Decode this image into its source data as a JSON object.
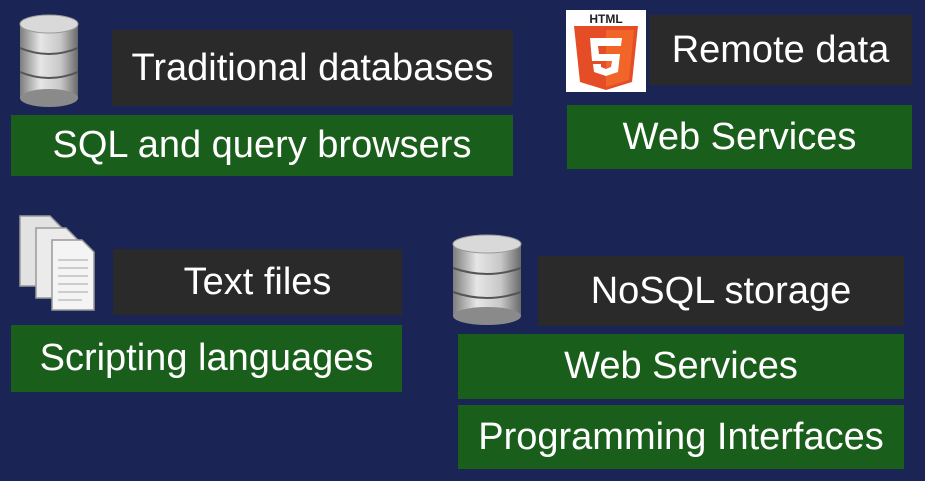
{
  "top_left": {
    "heading": "Traditional databases",
    "subheading": "SQL and query browsers",
    "icon": "database-icon"
  },
  "top_right": {
    "heading": "Remote data",
    "subheading": "Web Services",
    "icon": "html5-icon",
    "icon_text": "HTML"
  },
  "bottom_left": {
    "heading": "Text files",
    "subheading": "Scripting languages",
    "icon": "documents-icon"
  },
  "bottom_right": {
    "heading": "NoSQL storage",
    "items": [
      "Web Services",
      "Programming Interfaces"
    ],
    "icon": "database-icon"
  },
  "colors": {
    "background": "#1b2555",
    "heading_box": "#2a2a2a",
    "subheading_box": "#1a5e1b",
    "html5_orange": "#e44d26"
  }
}
